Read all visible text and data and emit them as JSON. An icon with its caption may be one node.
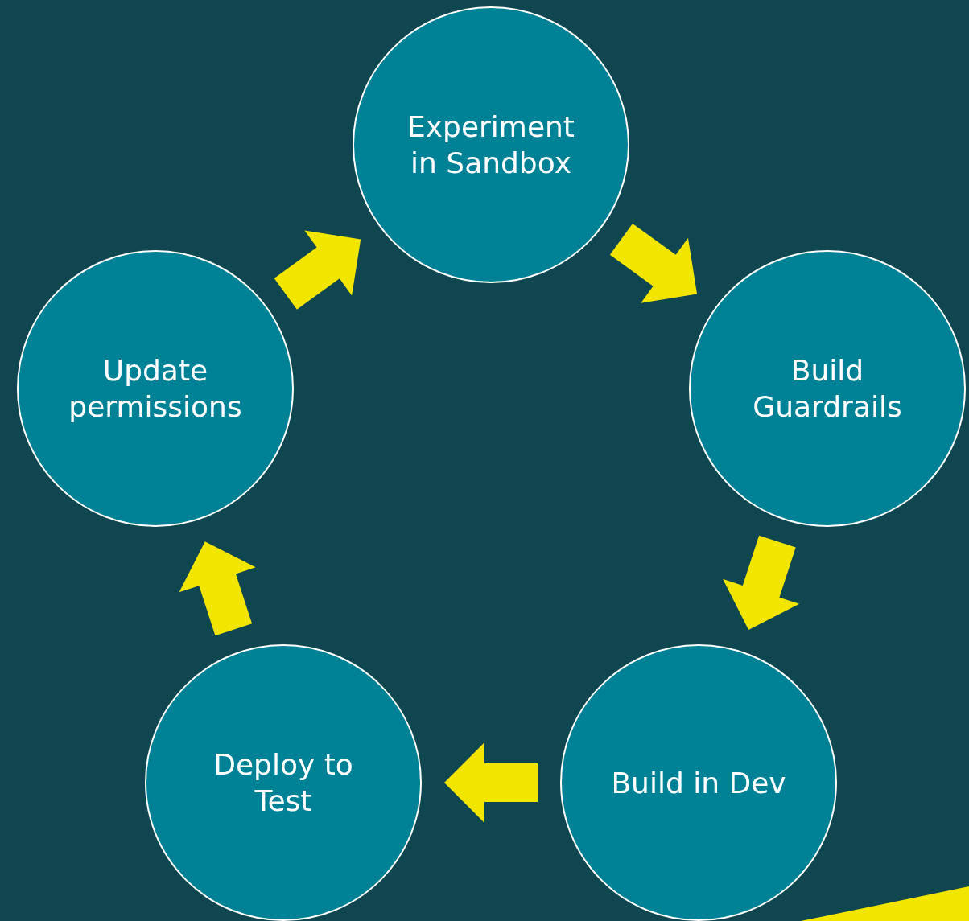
{
  "diagram": {
    "nodes": [
      {
        "text": [
          "Experiment in Sandbox"
        ]
      },
      {
        "text": [
          "Build Guardrails"
        ]
      },
      {
        "text": [
          "Build in Dev"
        ]
      },
      {
        "text": [
          "Deploy to Test"
        ]
      },
      {
        "text": [
          "Update permissions"
        ]
      }
    ],
    "edges": [
      {
        "from": 0,
        "to": 1,
        "arrow": "to"
      },
      {
        "from": 1,
        "to": 2,
        "arrow": "to"
      },
      {
        "from": 2,
        "to": 3,
        "arrow": "to"
      },
      {
        "from": 3,
        "to": 4,
        "arrow": "to"
      },
      {
        "from": 4,
        "to": 0,
        "arrow": "to"
      }
    ]
  }
}
